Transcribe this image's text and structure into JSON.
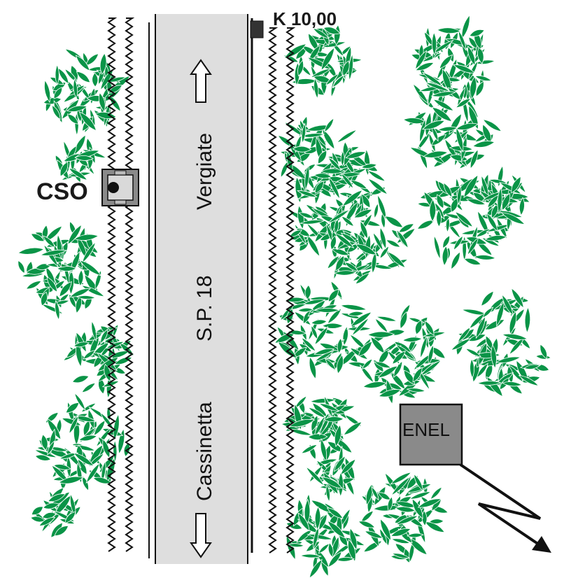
{
  "diagram": {
    "road_name": "S.P. 18",
    "direction_north": "Vergiate",
    "direction_south": "Cassinetta",
    "km_marker": "K 10,00",
    "manhole_label": "CSO",
    "cabinet_label": "ENEL",
    "icons": {
      "arrow_up": "arrow-up-icon",
      "arrow_down": "arrow-down-icon",
      "lightning": "power-line-icon",
      "tree": "tree-icon"
    },
    "colors": {
      "road": "#dedede",
      "foliage": "#0a9447",
      "cabinet": "#8a8a8a",
      "manhole_frame": "#8a8a8a",
      "manhole_inner": "#d9d9d9",
      "ink": "#1a1a1a"
    }
  }
}
